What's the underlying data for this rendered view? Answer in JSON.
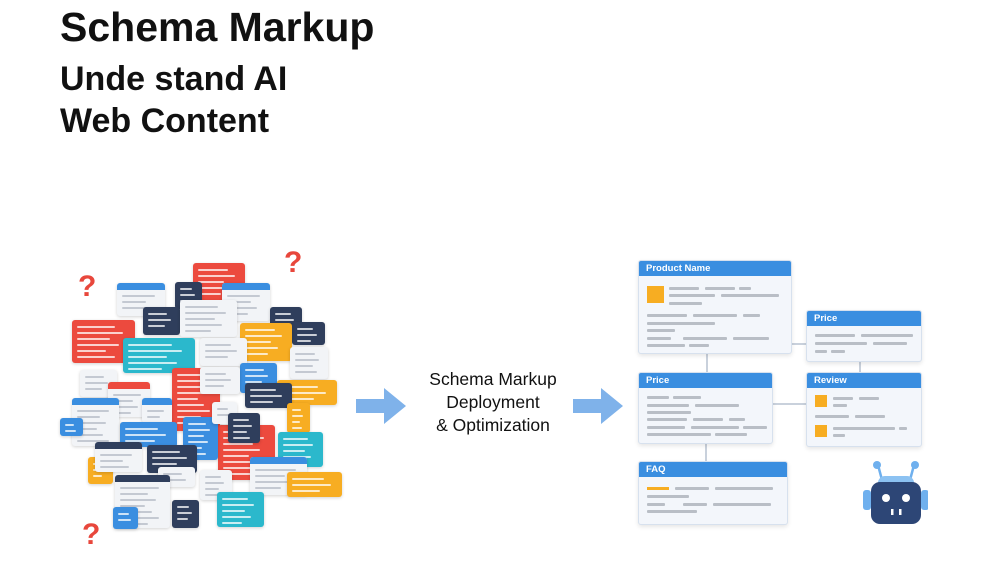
{
  "title": {
    "line1": "Schema Markup",
    "line2": "Unde stand AI",
    "line3": "Web Content"
  },
  "process": {
    "line1": "Schema Markup",
    "line2": "Deployment",
    "line3": "& Optimization"
  },
  "cards": {
    "product_name": "Product Name",
    "price_top": "Price",
    "price": "Price",
    "review": "Review",
    "faq": "FAQ"
  },
  "question_mark": "?",
  "colors": {
    "red": "#ec4a3e",
    "blue": "#3a8ee0",
    "dark": "#2f3e5c",
    "orange": "#f7ad22",
    "teal": "#2bb8cc",
    "white": "#f2f4f7"
  }
}
